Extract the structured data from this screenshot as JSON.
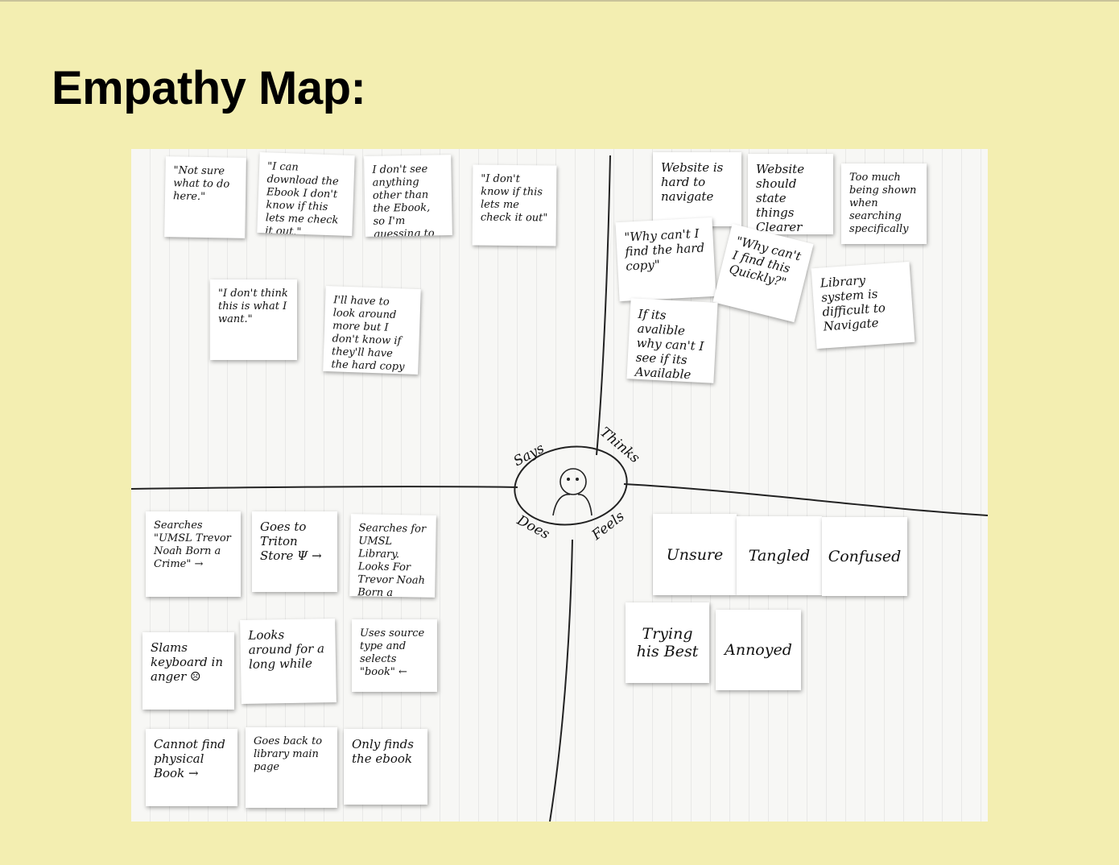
{
  "slide": {
    "title": "Empathy Map:"
  },
  "map": {
    "center_labels": {
      "says": "Says",
      "thinks": "Thinks",
      "does": "Does",
      "feels": "Feels"
    },
    "says": [
      "\"Not sure what to do here.\"",
      "\"I can download the Ebook I don't know if this lets me check it out.\"",
      "I don't see anything other than the Ebook, so I'm guessing to say that's done",
      "\"I don't know if this lets me check it out\"",
      "\"I don't think this is what I want.\"",
      "I'll have to look around more but I don't know if they'll have the hard copy"
    ],
    "thinks": [
      "Website is hard to navigate",
      "Website should state things Clearer",
      "Too much being shown when searching specifically",
      "\"Why can't I find the hard copy\"",
      "\"Why can't I find this Quickly?\"",
      "Library system is difficult to Navigate",
      "If its avalible why can't I see if its Available or not?"
    ],
    "does": [
      "Searches \"UMSL Trevor Noah Born a Crime\" →",
      "Goes to Triton Store Ψ →",
      "Searches for UMSL Library. Looks For Trevor Noah Born a Crime ↙",
      "Slams keyboard in anger ☹",
      "Looks around for a long while",
      "Uses source type and selects \"book\" ←",
      "Cannot find physical Book →",
      "Goes back to library main page",
      "Only finds the ebook"
    ],
    "feels": [
      "Unsure",
      "Tangled",
      "Confused",
      "Trying his Best",
      "Annoyed"
    ]
  }
}
